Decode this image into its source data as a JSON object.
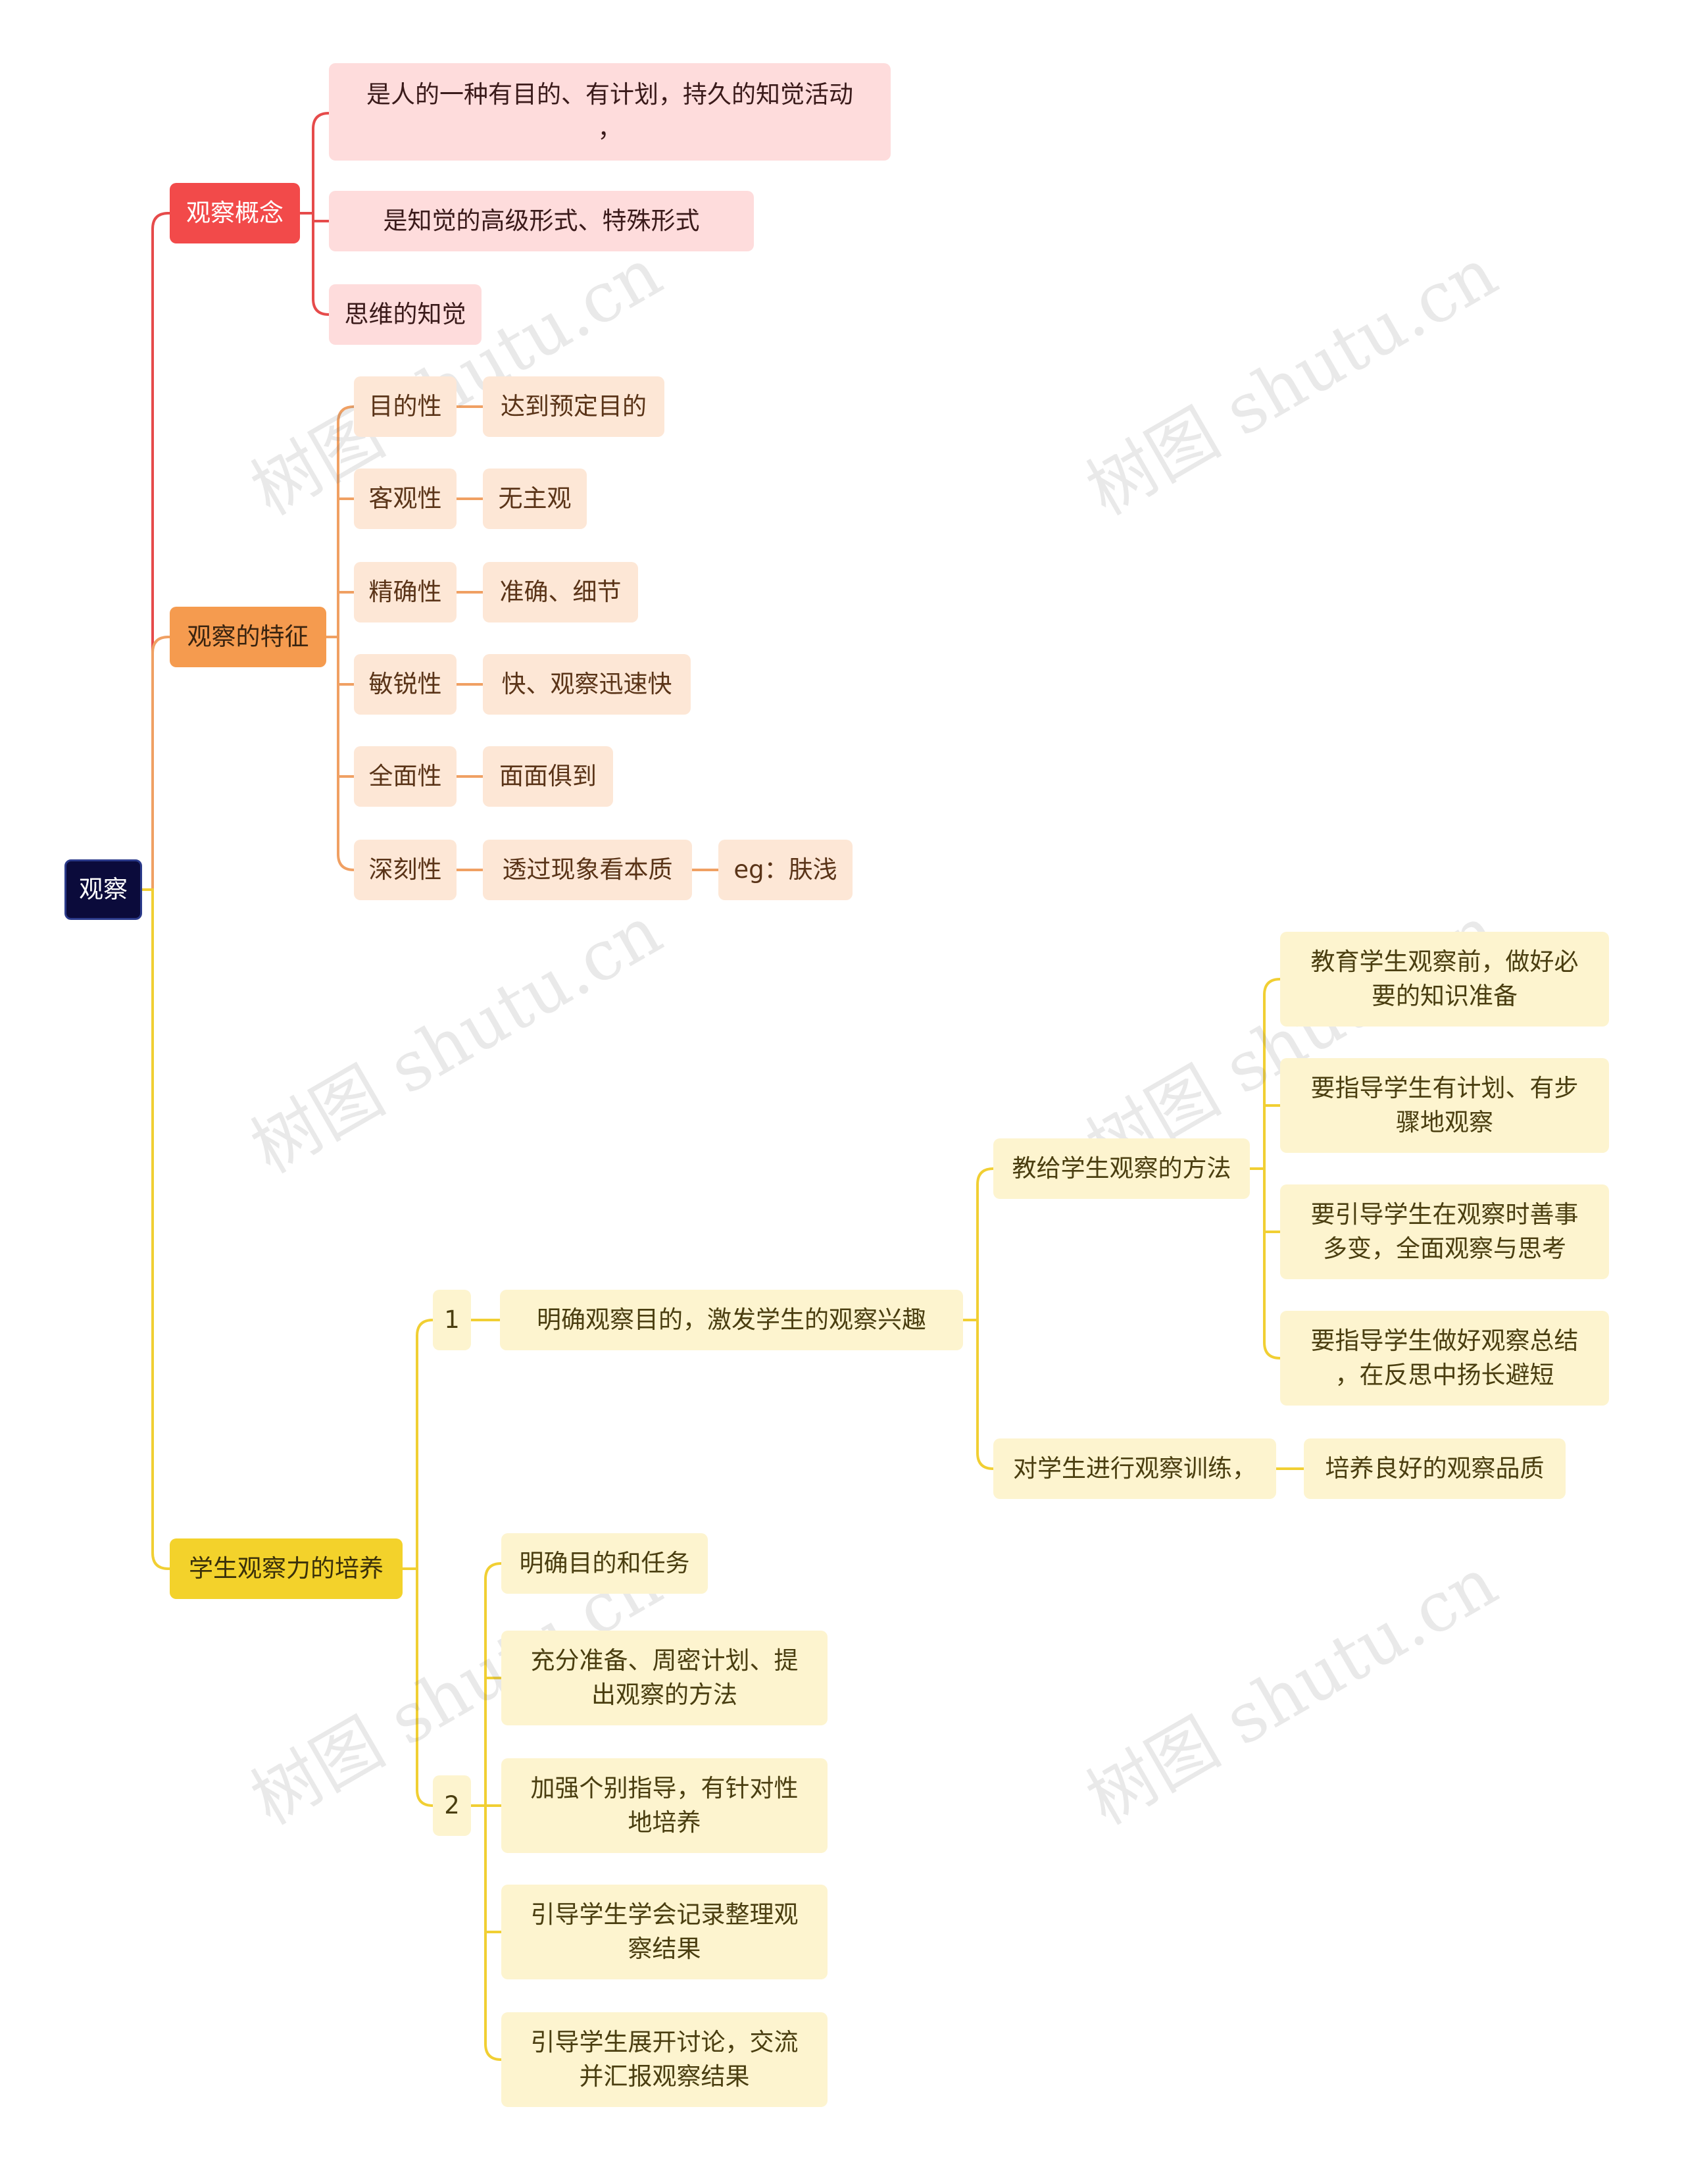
{
  "watermark": "树图 shutu.cn",
  "colors": {
    "root": "#0b0b3b",
    "branch_red": "#f24a4a",
    "branch_orange": "#f59b4f",
    "branch_yellow": "#f3d22b",
    "line_red": "#e64b4b",
    "line_orange": "#f0a063",
    "line_yellow": "#f1cf33"
  },
  "root": "观察",
  "concept": {
    "label": "观察概念",
    "items": [
      "是人的一种有目的、有计划，持久的知觉活动",
      "，",
      "是知觉的高级形式、特殊形式",
      "思维的知觉"
    ]
  },
  "features": {
    "label": "观察的特征",
    "items": [
      {
        "name": "目的性",
        "desc": "达到预定目的"
      },
      {
        "name": "客观性",
        "desc": "无主观"
      },
      {
        "name": "精确性",
        "desc": "准确、细节"
      },
      {
        "name": "敏锐性",
        "desc": "快、观察迅速快"
      },
      {
        "name": "全面性",
        "desc": "面面俱到"
      },
      {
        "name": "深刻性",
        "desc": "透过现象看本质",
        "extra": "eg：肤浅"
      }
    ]
  },
  "cultivation": {
    "label": "学生观察力的培养",
    "part1": {
      "num": "1",
      "label": "明确观察目的，激发学生的观察兴趣",
      "method": {
        "label": "教给学生观察的方法",
        "items": [
          [
            "教育学生观察前，做好必",
            "要的知识准备"
          ],
          [
            "要指导学生有计划、有步",
            "骤地观察"
          ],
          [
            "要引导学生在观察时善事",
            "多变，全面观察与思考"
          ],
          [
            "要指导学生做好观察总结",
            "，在反思中扬长避短"
          ]
        ]
      },
      "training": {
        "label": "对学生进行观察训练，",
        "result": "培养良好的观察品质"
      }
    },
    "part2": {
      "num": "2",
      "items": [
        [
          "明确目的和任务"
        ],
        [
          "充分准备、周密计划、提",
          "出观察的方法"
        ],
        [
          "加强个别指导，有针对性",
          "地培养"
        ],
        [
          "引导学生学会记录整理观",
          "察结果"
        ],
        [
          "引导学生展开讨论，交流",
          "并汇报观察结果"
        ]
      ]
    }
  }
}
